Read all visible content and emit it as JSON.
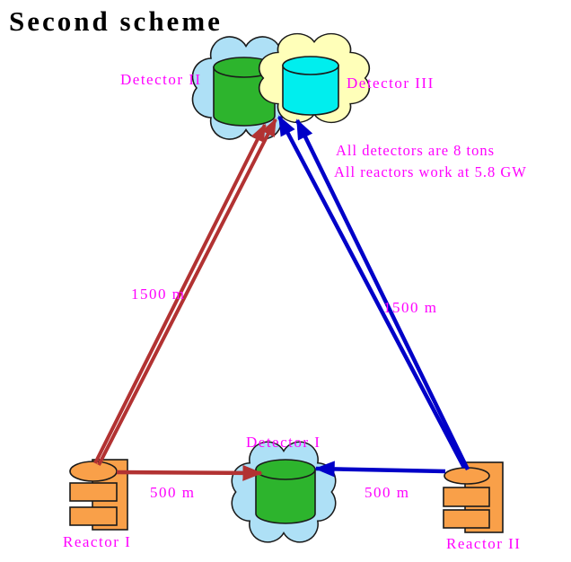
{
  "title": "Second scheme",
  "notes": {
    "detectors_mass": "All detectors are 8 tons",
    "reactors_power": "All reactors work at 5.8 GW"
  },
  "detectors": {
    "d1": {
      "label": "Detector I"
    },
    "d2": {
      "label": "Detector II"
    },
    "d3": {
      "label": "Detector III"
    }
  },
  "reactors": {
    "r1": {
      "label": "Reactor I"
    },
    "r2": {
      "label": "Reactor II"
    }
  },
  "distances": {
    "reactor1_to_far_detectors": "1500 m",
    "reactor2_to_far_detectors": "1500 m",
    "reactor1_to_detector1": "500 m",
    "reactor2_to_detector1": "500 m"
  },
  "colors": {
    "title_text": "#000000",
    "label_text": "#FF00FF",
    "reactor1_beam": "#B23232",
    "reactor2_beam": "#0000C8",
    "detector_tank_green": "#2DB42D",
    "detector_tank_cyan": "#00EEEE",
    "cloud_blue": "#AEE0F6",
    "cloud_yellow": "#FFFFB9",
    "reactor_body": "#F9A049",
    "outline": "#1A1A1A"
  }
}
